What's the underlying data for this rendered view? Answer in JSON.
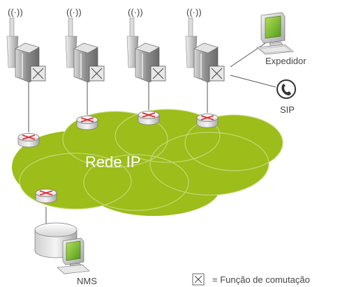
{
  "network_label": "Rede IP",
  "expedidor_label": "Expedidor",
  "sip_label": "SIP",
  "nms_label": "NMS",
  "legend_text": "= Função de comutação",
  "antenna_glyph": "((·))",
  "colors": {
    "cloud": "#9cbd1a",
    "cloud_outline": "#c8dc80",
    "router_x": "#e0202a",
    "line": "#555555",
    "screen": "#6ab02a"
  },
  "icons": {
    "base_station": "base-station-icon",
    "switch": "switching-function-icon",
    "router": "router-icon",
    "computer": "computer-icon",
    "phone": "sip-phone-icon",
    "server": "server-icon"
  }
}
